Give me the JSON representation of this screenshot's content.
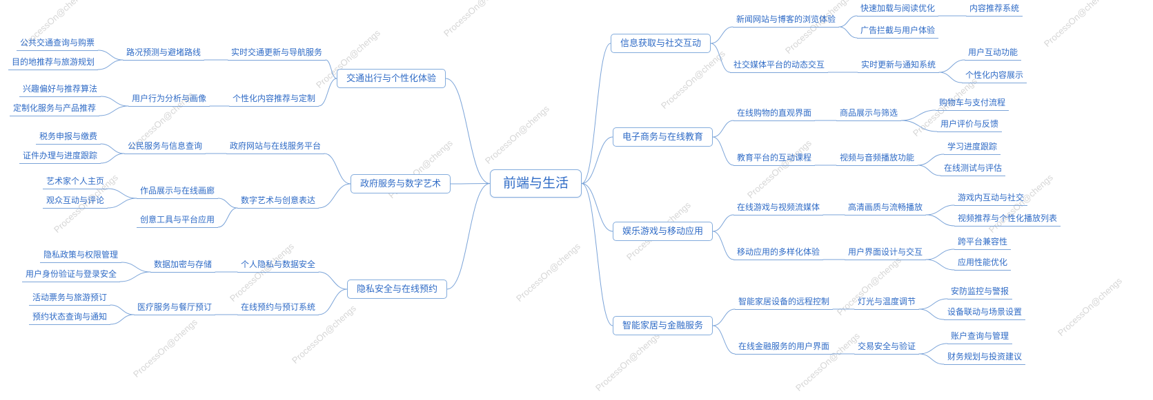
{
  "watermark": "ProcessOn@chengs",
  "colors": {
    "node_text": "#2f6bc6",
    "node_border": "#82abdc",
    "line": "#7aa3d8"
  },
  "map": {
    "center": {
      "label": "前端与生活"
    },
    "left": [
      {
        "label": "交通出行与个性化体验",
        "children": [
          {
            "label": "实时交通更新与导航服务",
            "children": [
              {
                "label": "路况预测与避堵路线",
                "children": [
                  {
                    "label": "公共交通查询与购票"
                  },
                  {
                    "label": "目的地推荐与旅游规划"
                  }
                ]
              }
            ]
          },
          {
            "label": "个性化内容推荐与定制",
            "children": [
              {
                "label": "用户行为分析与画像",
                "children": [
                  {
                    "label": "兴趣偏好与推荐算法"
                  },
                  {
                    "label": "定制化服务与产品推荐"
                  }
                ]
              }
            ]
          }
        ]
      },
      {
        "label": "政府服务与数字艺术",
        "children": [
          {
            "label": "政府网站与在线服务平台",
            "children": [
              {
                "label": "公民服务与信息查询",
                "children": [
                  {
                    "label": "税务申报与缴费"
                  },
                  {
                    "label": "证件办理与进度跟踪"
                  }
                ]
              }
            ]
          },
          {
            "label": "数字艺术与创意表达",
            "children": [
              {
                "label": "作品展示与在线画廊",
                "children": [
                  {
                    "label": "艺术家个人主页"
                  },
                  {
                    "label": "观众互动与评论"
                  }
                ]
              },
              {
                "label": "创意工具与平台应用"
              }
            ]
          }
        ]
      },
      {
        "label": "隐私安全与在线预约",
        "children": [
          {
            "label": "个人隐私与数据安全",
            "children": [
              {
                "label": "数据加密与存储",
                "children": [
                  {
                    "label": "隐私政策与权限管理"
                  },
                  {
                    "label": "用户身份验证与登录安全"
                  }
                ]
              }
            ]
          },
          {
            "label": "在线预约与预订系统",
            "children": [
              {
                "label": "医疗服务与餐厅预订",
                "children": [
                  {
                    "label": "活动票务与旅游预订"
                  },
                  {
                    "label": "预约状态查询与通知"
                  }
                ]
              }
            ]
          }
        ]
      }
    ],
    "right": [
      {
        "label": "信息获取与社交互动",
        "children": [
          {
            "label": "新闻网站与博客的浏览体验",
            "children": [
              {
                "label": "快速加载与阅读优化",
                "children": [
                  {
                    "label": "内容推荐系统"
                  }
                ]
              },
              {
                "label": "广告拦截与用户体验"
              }
            ]
          },
          {
            "label": "社交媒体平台的动态交互",
            "children": [
              {
                "label": "实时更新与通知系统",
                "children": [
                  {
                    "label": "用户互动功能"
                  },
                  {
                    "label": "个性化内容展示"
                  }
                ]
              }
            ]
          }
        ]
      },
      {
        "label": "电子商务与在线教育",
        "children": [
          {
            "label": "在线购物的直观界面",
            "children": [
              {
                "label": "商品展示与筛选",
                "children": [
                  {
                    "label": "购物车与支付流程"
                  },
                  {
                    "label": "用户评价与反馈"
                  }
                ]
              }
            ]
          },
          {
            "label": "教育平台的互动课程",
            "children": [
              {
                "label": "视频与音频播放功能",
                "children": [
                  {
                    "label": "学习进度跟踪"
                  },
                  {
                    "label": "在线测试与评估"
                  }
                ]
              }
            ]
          }
        ]
      },
      {
        "label": "娱乐游戏与移动应用",
        "children": [
          {
            "label": "在线游戏与视频流媒体",
            "children": [
              {
                "label": "高清画质与流畅播放",
                "children": [
                  {
                    "label": "游戏内互动与社交"
                  },
                  {
                    "label": "视频推荐与个性化播放列表"
                  }
                ]
              }
            ]
          },
          {
            "label": "移动应用的多样化体验",
            "children": [
              {
                "label": "用户界面设计与交互",
                "children": [
                  {
                    "label": "跨平台兼容性"
                  },
                  {
                    "label": "应用性能优化"
                  }
                ]
              }
            ]
          }
        ]
      },
      {
        "label": "智能家居与金融服务",
        "children": [
          {
            "label": "智能家居设备的远程控制",
            "children": [
              {
                "label": "灯光与温度调节",
                "children": [
                  {
                    "label": "安防监控与警报"
                  },
                  {
                    "label": "设备联动与场景设置"
                  }
                ]
              }
            ]
          },
          {
            "label": "在线金融服务的用户界面",
            "children": [
              {
                "label": "交易安全与验证",
                "children": [
                  {
                    "label": "账户查询与管理"
                  },
                  {
                    "label": "财务规划与投资建议"
                  }
                ]
              }
            ]
          }
        ]
      }
    ]
  }
}
